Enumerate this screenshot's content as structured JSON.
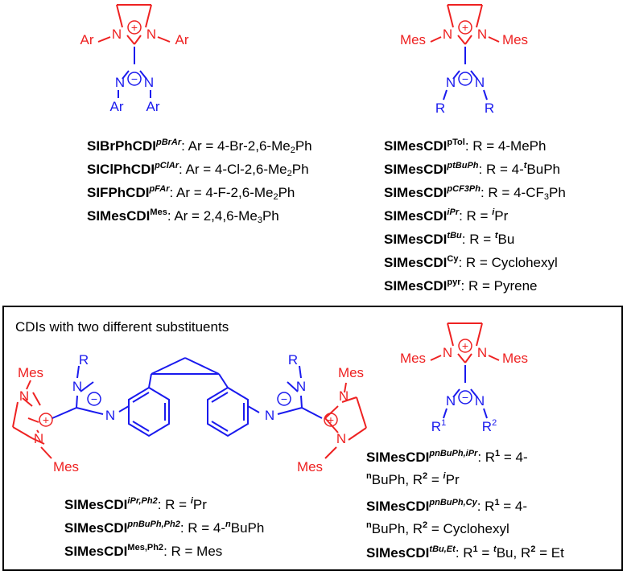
{
  "box_title": "CDIs with two different substituents",
  "atoms": {
    "N": "N",
    "Ar": "Ar",
    "Mes": "Mes",
    "R": "R",
    "R1": "R",
    "R1_sup": "1",
    "R2": "R",
    "R2_sup": "2",
    "plus": "+",
    "minus": "−"
  },
  "colors": {
    "red": "#ee2222",
    "blue": "#1a1aee"
  },
  "left_list": [
    {
      "name": "SIBrPhCDI",
      "sup": "pBrAr",
      "text": ": Ar = 4-Br-2,6-Me",
      "sub": "2",
      "tail": "Ph"
    },
    {
      "name": "SIClPhCDI",
      "sup": "pClAr",
      "text": ": Ar = 4-Cl-2,6-Me",
      "sub": "2",
      "tail": "Ph"
    },
    {
      "name": "SIFPhCDI",
      "sup": "pFAr",
      "text": ": Ar = 4-F-2,6-Me",
      "sub": "2",
      "tail": "Ph"
    },
    {
      "name": "SIMesCDI",
      "sup": "Mes",
      "text": ": Ar = 2,4,6-Me",
      "sub": "3",
      "tail": "Ph"
    }
  ],
  "right_list": [
    {
      "name": "SIMesCDI",
      "sup": "pTol",
      "text": ": R = 4-MePh"
    },
    {
      "name": "SIMesCDI",
      "sup": "ptBuPh",
      "text": ": R = 4-",
      "sup2": "t",
      "tail": "BuPh"
    },
    {
      "name": "SIMesCDI",
      "sup": "pCF3Ph",
      "text": ": R = 4-CF",
      "sub": "3",
      "tail": "Ph"
    },
    {
      "name": "SIMesCDI",
      "sup": "iPr",
      "text": ": R = ",
      "sup2": "i",
      "tail": "Pr"
    },
    {
      "name": "SIMesCDI",
      "sup": "tBu",
      "text": ": R = ",
      "sup2": "t",
      "tail": "Bu"
    },
    {
      "name": "SIMesCDI",
      "sup": "Cy",
      "text": ": R = Cyclohexyl"
    },
    {
      "name": "SIMesCDI",
      "sup": "pyr",
      "text": ": R = Pyrene"
    }
  ],
  "dimer_list": [
    {
      "name": "SIMesCDI",
      "sup": "iPr,Ph2",
      "text": ": R = ",
      "sup2": "i",
      "tail": "Pr"
    },
    {
      "name": "SIMesCDI",
      "sup": "pnBuPh,Ph2",
      "text": ": R = 4-",
      "sup2": "n",
      "tail": "BuPh"
    },
    {
      "name": "SIMesCDI",
      "sup": "Mes,Ph2",
      "text": ": R = Mes"
    }
  ],
  "mixed_list": [
    {
      "name": "SIMesCDI",
      "sup": "pnBuPh,iPr",
      "line1": ": R",
      "s1": "1",
      "line1b": " = 4-",
      "line2a": "",
      "n": "n",
      "line2": "BuPh, R",
      "s2": "2",
      "line2b": " = ",
      "i": "i",
      "line2c": "Pr"
    },
    {
      "name": "SIMesCDI",
      "sup": "pnBuPh,Cy",
      "line1": ": R",
      "s1": "1",
      "line1b": " = 4-",
      "n": "n",
      "line2": "BuPh, R",
      "s2": "2",
      "line2b": " = Cyclohexyl"
    },
    {
      "name": "SIMesCDI",
      "sup": "tBu,Et",
      "line1": ": R",
      "s1": "1",
      "line1b": " = ",
      "t": "t",
      "line1c": "Bu, R",
      "s2": "2",
      "line1d": " = Et"
    }
  ]
}
